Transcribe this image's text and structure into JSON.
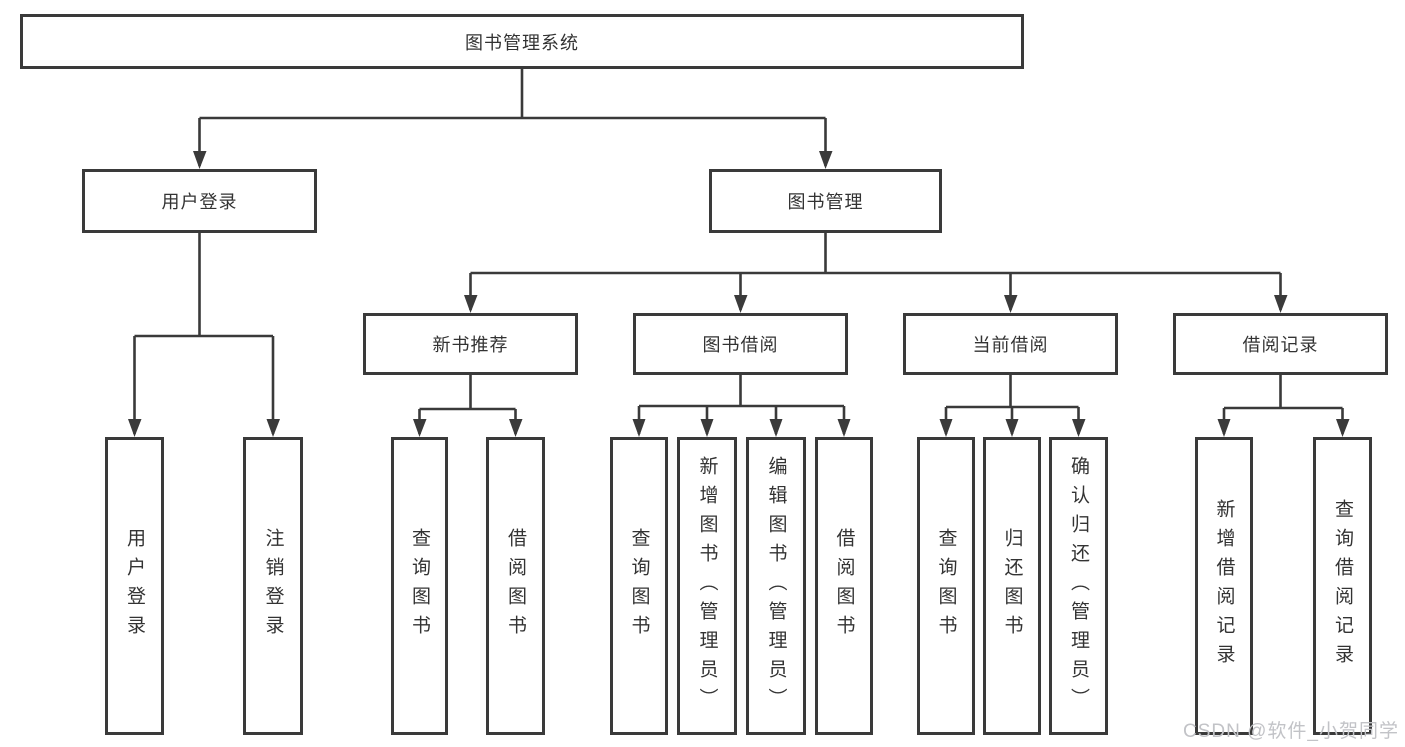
{
  "diagram": {
    "root": {
      "label": "图书管理系统"
    },
    "level2": [
      {
        "label": "用户登录"
      },
      {
        "label": "图书管理"
      }
    ],
    "level3": [
      {
        "label": "新书推荐"
      },
      {
        "label": "图书借阅"
      },
      {
        "label": "当前借阅"
      },
      {
        "label": "借阅记录"
      }
    ],
    "leaves": [
      {
        "label": "用户登录"
      },
      {
        "label": "注销登录"
      },
      {
        "label": "查询图书"
      },
      {
        "label": "借阅图书"
      },
      {
        "label": "查询图书"
      },
      {
        "label": "新增图书（管理员）"
      },
      {
        "label": "编辑图书（管理员）"
      },
      {
        "label": "借阅图书"
      },
      {
        "label": "查询图书"
      },
      {
        "label": "归还图书"
      },
      {
        "label": "确认归还（管理员）"
      },
      {
        "label": "新增借阅记录"
      },
      {
        "label": "查询借阅记录"
      }
    ]
  },
  "watermark": "CSDN @软件_小贺同学",
  "colors": {
    "line": "#3a3a3a",
    "text": "#333333",
    "watermark": "#c2c3c7",
    "background": "#ffffff"
  }
}
